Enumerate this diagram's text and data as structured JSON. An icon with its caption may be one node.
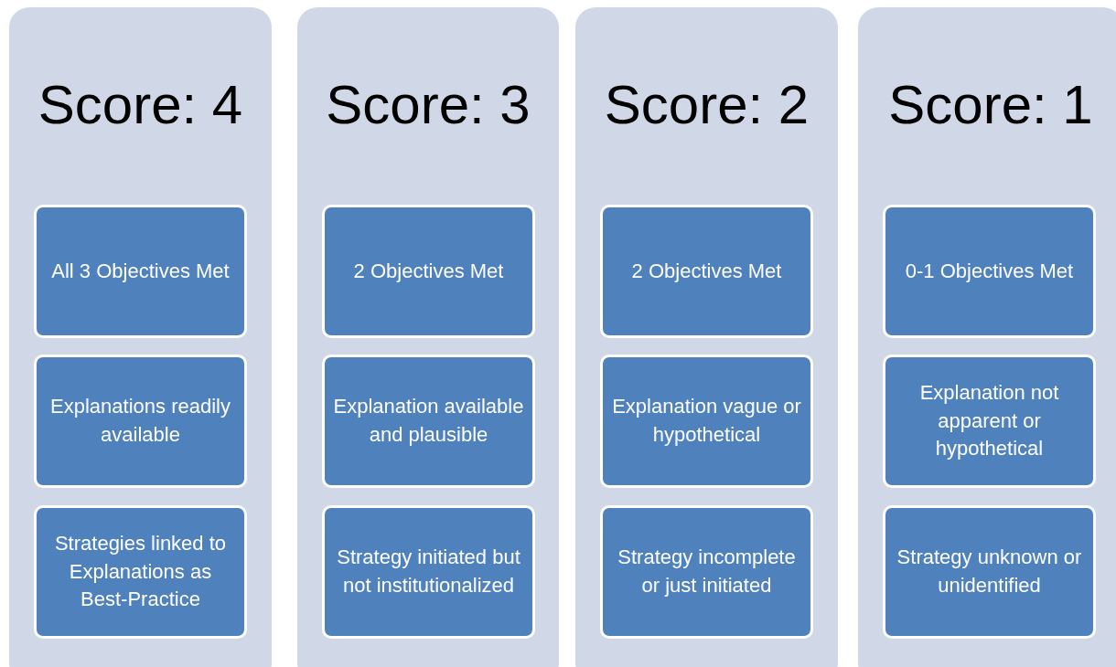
{
  "diagram": {
    "nodes": [
      {
        "text": [
          "Score: 4"
        ]
      },
      {
        "text": [
          "All 3 Objectives Met"
        ],
        "in": 0
      },
      {
        "text": [
          "Explanations readily available"
        ],
        "in": 0
      },
      {
        "text": [
          "Strategies linked to Explanations as Best-Practice"
        ],
        "in": 0
      },
      {
        "text": [
          "Score: 3"
        ]
      },
      {
        "text": [
          "2 Objectives Met"
        ],
        "in": 4
      },
      {
        "text": [
          "Explanation available and plausible"
        ],
        "in": 4
      },
      {
        "text": [
          "Strategy initiated but not institutionalized"
        ],
        "in": 4
      },
      {
        "text": [
          "Score: 2"
        ]
      },
      {
        "text": [
          "2 Objectives Met"
        ],
        "in": 8
      },
      {
        "text": [
          "Explanation vague or hypothetical"
        ],
        "in": 8
      },
      {
        "text": [
          "Strategy incomplete or just initiated"
        ],
        "in": 8
      },
      {
        "text": [
          "Score: 1"
        ]
      },
      {
        "text": [
          "0-1 Objectives Met"
        ],
        "in": 12
      },
      {
        "text": [
          "Explanation not apparent or hypothetical"
        ],
        "in": 12
      },
      {
        "text": [
          "Strategy unknown or unidentified"
        ],
        "in": 12
      }
    ]
  }
}
